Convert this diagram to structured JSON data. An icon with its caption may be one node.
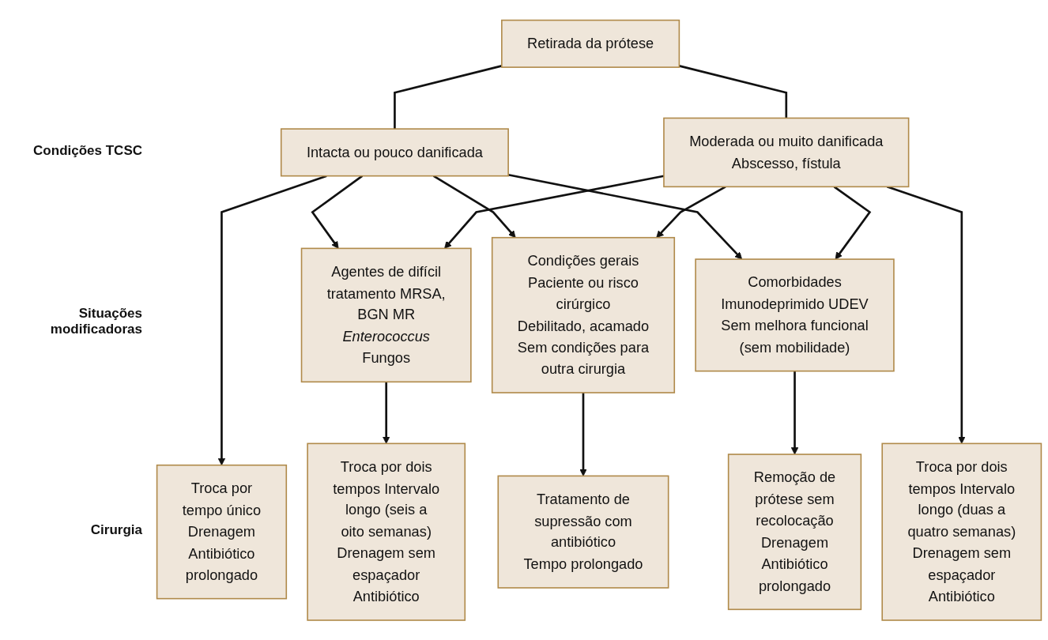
{
  "diagram": {
    "nodes": [
      {
        "text": [
          "Retirada da prótese"
        ]
      },
      {
        "text": [
          "Intacta ou pouco danificada"
        ]
      },
      {
        "text": [
          "Moderada ou muito danificada Abscesso, fístula"
        ]
      },
      {
        "text": [
          "Agentes de difícil tratamento MRSA, BGN MR *Enterococcus* Fungos"
        ]
      },
      {
        "text": [
          "Condições gerais Paciente ou risco cirúrgico Debilitado, acamado Sem condições para outra cirurgia"
        ]
      },
      {
        "text": [
          "Comorbidades Imunodeprimido UDEV Sem melhora funcional (sem mobilidade)"
        ]
      },
      {
        "text": [
          "Troca por tempo único Drenagem Antibiótico prolongado"
        ]
      },
      {
        "text": [
          "Troca por dois tempos Intervalo longo (seis a oito semanas) Drenagem sem espaçador Antibiótico"
        ]
      },
      {
        "text": [
          "Tratamento de supressão com antibiótico Tempo prolongado"
        ]
      },
      {
        "text": [
          "Remoção de prótese sem recolocação Drenagem Antibiótico prolongado"
        ]
      },
      {
        "text": [
          "Troca por dois tempos Intervalo longo (duas a quatro semanas) Drenagem sem espaçador Antibiótico"
        ]
      }
    ],
    "edges": [
      {
        "from": 0,
        "to": 1,
        "arrow": "none"
      },
      {
        "from": 0,
        "to": 2,
        "arrow": "none"
      },
      {
        "from": 1,
        "to": 6,
        "arrow": "to"
      },
      {
        "from": 1,
        "to": 3,
        "arrow": "to"
      },
      {
        "from": 1,
        "to": 4,
        "arrow": "to"
      },
      {
        "from": 1,
        "to": 5,
        "arrow": "to"
      },
      {
        "from": 2,
        "to": 3,
        "arrow": "to"
      },
      {
        "from": 2,
        "to": 4,
        "arrow": "to"
      },
      {
        "from": 2,
        "to": 5,
        "arrow": "to"
      },
      {
        "from": 3,
        "to": 7,
        "arrow": "to"
      },
      {
        "from": 4,
        "to": 8,
        "arrow": "to"
      },
      {
        "from": 5,
        "to": 9,
        "arrow": "to"
      },
      {
        "from": 2,
        "to": 10,
        "arrow": "to"
      }
    ],
    "labels": [
      "Condições TCSC",
      "Situações modificadoras",
      "Cirurgia"
    ]
  }
}
